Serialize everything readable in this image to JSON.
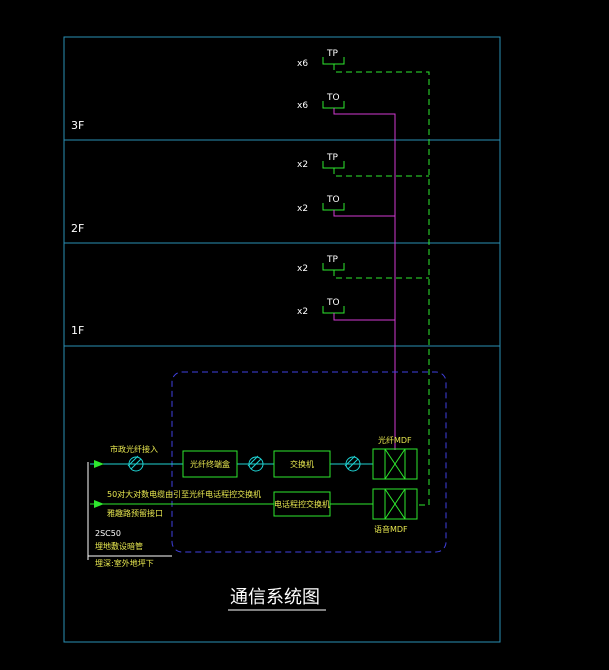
{
  "floors": [
    {
      "label": "3F",
      "tp_mult": "x6",
      "to_mult": "x6"
    },
    {
      "label": "2F",
      "tp_mult": "x2",
      "to_mult": "x2"
    },
    {
      "label": "1F",
      "tp_mult": "x2",
      "to_mult": "x2"
    }
  ],
  "outlets": {
    "tp": "TP",
    "to": "TO"
  },
  "equipment": {
    "optical_terminal": "光纤终端盒",
    "switch": "交换机",
    "phone_switch": "电话程控交换机",
    "optical_mdf": "光纤MDF",
    "voice_mdf": "语音MDF"
  },
  "inputs": {
    "fiber_label": "市政光纤接入",
    "cable_label_1": "50对大对数电缆由引至光纤电话程控交换机",
    "cable_label_2": "雅趣路预留接口"
  },
  "notes": {
    "conduit": "2SC50",
    "conduit_desc": "埋地敷设暗管",
    "depth_desc": "埋深:室外地坪下"
  },
  "title": "通信系统图",
  "colors": {
    "frame": "#2a8fb5",
    "outlet_box": "#2ee82e",
    "voice_line": "#d23ad2",
    "data_line": "#2ee82e",
    "fiber_line": "#1fd2d2",
    "equip_label": "#e8e850",
    "control_area": "#4040e0"
  }
}
